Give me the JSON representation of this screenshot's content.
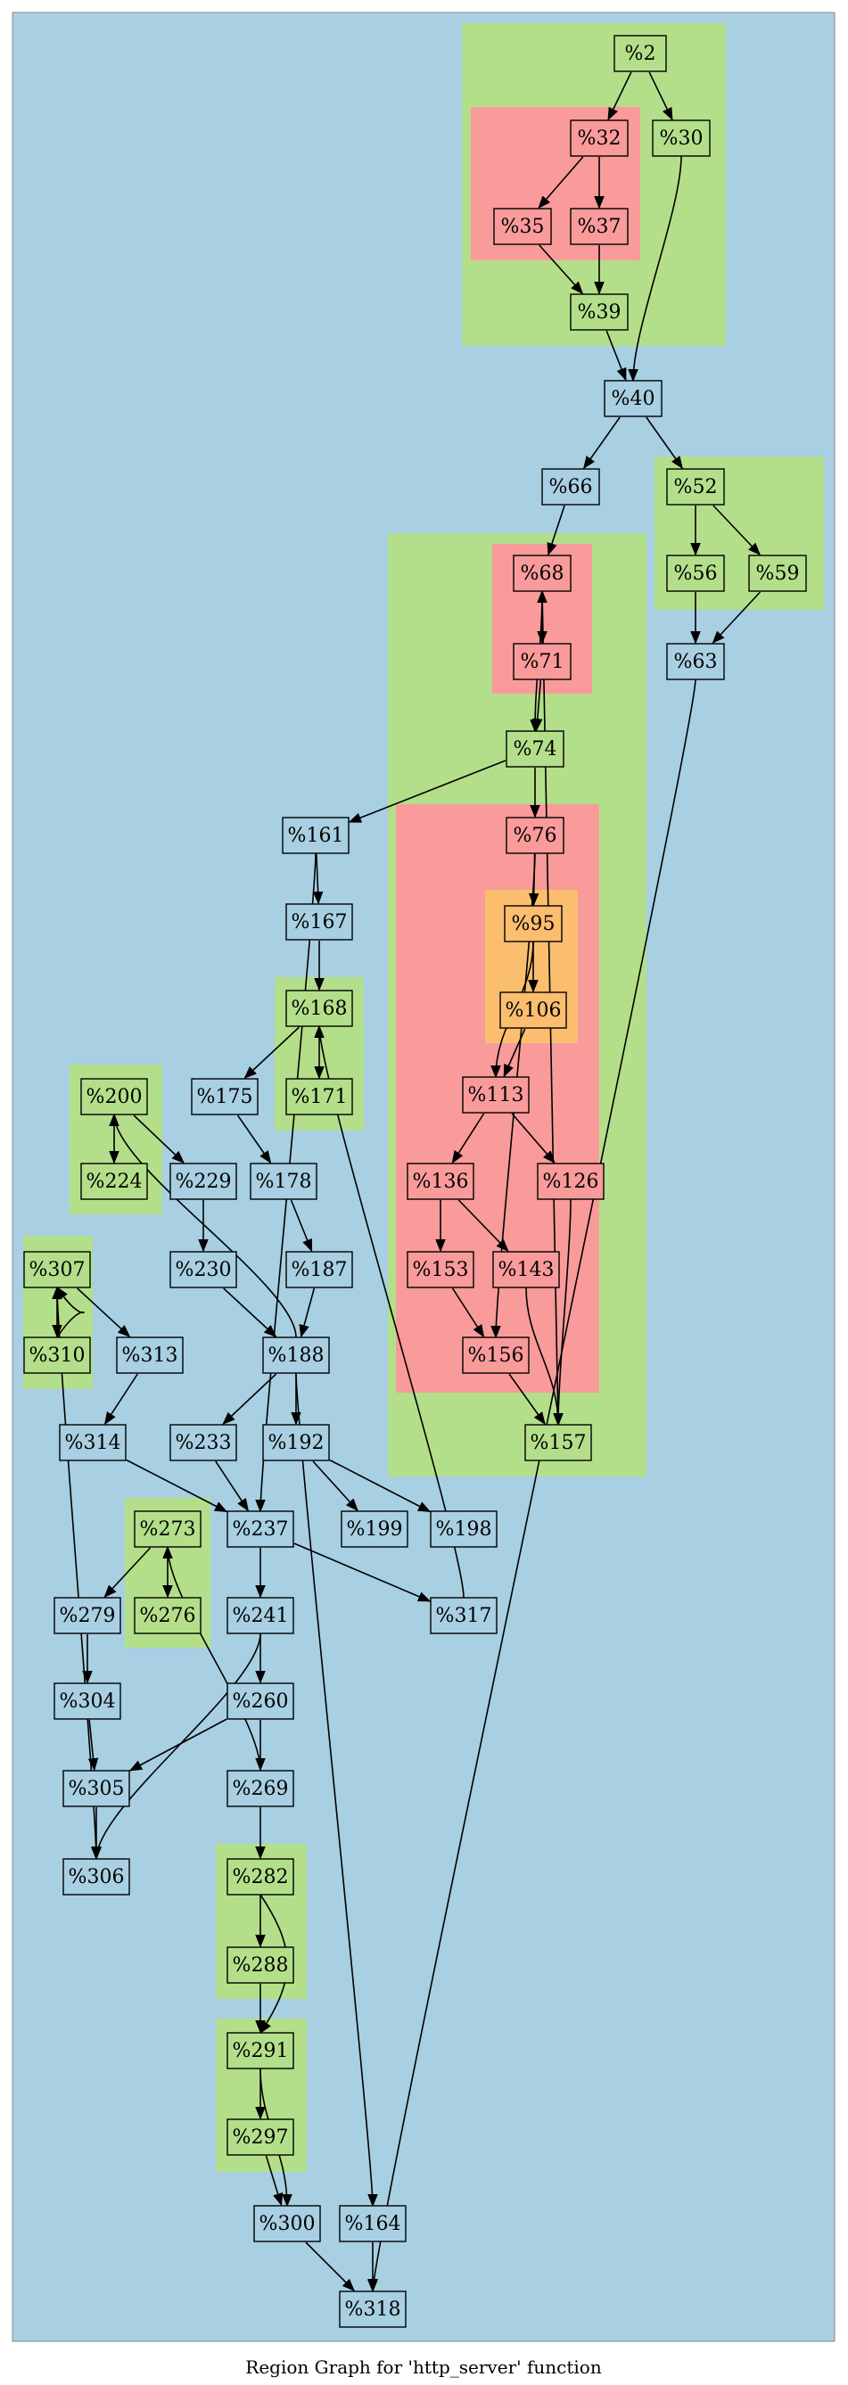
{
  "title": "Region Graph for 'http_server' function",
  "colors": {
    "background": "#a8cfe2",
    "outer_border": "#888888",
    "green_region": "#b4df8a",
    "red_region": "#f99b9a",
    "orange_region": "#fbbe6f",
    "node_stroke": "#000000"
  },
  "nodes": [
    {
      "id": "n2",
      "label": "%2",
      "fill": "green"
    },
    {
      "id": "n30",
      "label": "%30",
      "fill": "green"
    },
    {
      "id": "n32",
      "label": "%32",
      "fill": "red"
    },
    {
      "id": "n35",
      "label": "%35",
      "fill": "red"
    },
    {
      "id": "n37",
      "label": "%37",
      "fill": "red"
    },
    {
      "id": "n39",
      "label": "%39",
      "fill": "green"
    },
    {
      "id": "n40",
      "label": "%40",
      "fill": "blue"
    },
    {
      "id": "n66",
      "label": "%66",
      "fill": "blue"
    },
    {
      "id": "n52",
      "label": "%52",
      "fill": "green"
    },
    {
      "id": "n56",
      "label": "%56",
      "fill": "green"
    },
    {
      "id": "n59",
      "label": "%59",
      "fill": "green"
    },
    {
      "id": "n63",
      "label": "%63",
      "fill": "blue"
    },
    {
      "id": "n68",
      "label": "%68",
      "fill": "red"
    },
    {
      "id": "n71",
      "label": "%71",
      "fill": "red"
    },
    {
      "id": "n74",
      "label": "%74",
      "fill": "green"
    },
    {
      "id": "n161",
      "label": "%161",
      "fill": "blue"
    },
    {
      "id": "n76",
      "label": "%76",
      "fill": "red"
    },
    {
      "id": "n167",
      "label": "%167",
      "fill": "blue"
    },
    {
      "id": "n95",
      "label": "%95",
      "fill": "orange"
    },
    {
      "id": "n106",
      "label": "%106",
      "fill": "orange"
    },
    {
      "id": "n168",
      "label": "%168",
      "fill": "green"
    },
    {
      "id": "n200",
      "label": "%200",
      "fill": "green"
    },
    {
      "id": "n175",
      "label": "%175",
      "fill": "blue"
    },
    {
      "id": "n171",
      "label": "%171",
      "fill": "green"
    },
    {
      "id": "n113",
      "label": "%113",
      "fill": "red"
    },
    {
      "id": "n224",
      "label": "%224",
      "fill": "green"
    },
    {
      "id": "n229",
      "label": "%229",
      "fill": "blue"
    },
    {
      "id": "n178",
      "label": "%178",
      "fill": "blue"
    },
    {
      "id": "n136",
      "label": "%136",
      "fill": "red"
    },
    {
      "id": "n126",
      "label": "%126",
      "fill": "red"
    },
    {
      "id": "n307",
      "label": "%307",
      "fill": "green"
    },
    {
      "id": "n230",
      "label": "%230",
      "fill": "blue"
    },
    {
      "id": "n187",
      "label": "%187",
      "fill": "blue"
    },
    {
      "id": "n153",
      "label": "%153",
      "fill": "red"
    },
    {
      "id": "n143",
      "label": "%143",
      "fill": "red"
    },
    {
      "id": "n310",
      "label": "%310",
      "fill": "green"
    },
    {
      "id": "n313",
      "label": "%313",
      "fill": "blue"
    },
    {
      "id": "n188",
      "label": "%188",
      "fill": "blue"
    },
    {
      "id": "n156",
      "label": "%156",
      "fill": "red"
    },
    {
      "id": "n314",
      "label": "%314",
      "fill": "blue"
    },
    {
      "id": "n233",
      "label": "%233",
      "fill": "blue"
    },
    {
      "id": "n192",
      "label": "%192",
      "fill": "blue"
    },
    {
      "id": "n157",
      "label": "%157",
      "fill": "green"
    },
    {
      "id": "n237",
      "label": "%237",
      "fill": "blue"
    },
    {
      "id": "n199",
      "label": "%199",
      "fill": "blue"
    },
    {
      "id": "n198",
      "label": "%198",
      "fill": "blue"
    },
    {
      "id": "n273",
      "label": "%273",
      "fill": "green"
    },
    {
      "id": "n279",
      "label": "%279",
      "fill": "blue"
    },
    {
      "id": "n276",
      "label": "%276",
      "fill": "green"
    },
    {
      "id": "n241",
      "label": "%241",
      "fill": "blue"
    },
    {
      "id": "n317",
      "label": "%317",
      "fill": "blue"
    },
    {
      "id": "n304",
      "label": "%304",
      "fill": "blue"
    },
    {
      "id": "n260",
      "label": "%260",
      "fill": "blue"
    },
    {
      "id": "n305",
      "label": "%305",
      "fill": "blue"
    },
    {
      "id": "n269",
      "label": "%269",
      "fill": "blue"
    },
    {
      "id": "n306",
      "label": "%306",
      "fill": "blue"
    },
    {
      "id": "n282",
      "label": "%282",
      "fill": "green"
    },
    {
      "id": "n288",
      "label": "%288",
      "fill": "green"
    },
    {
      "id": "n291",
      "label": "%291",
      "fill": "green"
    },
    {
      "id": "n297",
      "label": "%297",
      "fill": "green"
    },
    {
      "id": "n300",
      "label": "%300",
      "fill": "blue"
    },
    {
      "id": "n164",
      "label": "%164",
      "fill": "blue"
    },
    {
      "id": "n318",
      "label": "%318",
      "fill": "blue"
    }
  ],
  "edges": [
    [
      "n2",
      "n32"
    ],
    [
      "n2",
      "n30"
    ],
    [
      "n32",
      "n35"
    ],
    [
      "n32",
      "n37"
    ],
    [
      "n35",
      "n39"
    ],
    [
      "n37",
      "n39"
    ],
    [
      "n39",
      "n40"
    ],
    [
      "n30",
      "n40"
    ],
    [
      "n40",
      "n66"
    ],
    [
      "n40",
      "n52"
    ],
    [
      "n52",
      "n56"
    ],
    [
      "n52",
      "n59"
    ],
    [
      "n56",
      "n63"
    ],
    [
      "n59",
      "n63"
    ],
    [
      "n66",
      "n68"
    ],
    [
      "n68",
      "n71"
    ],
    [
      "n68",
      "n74"
    ],
    [
      "n71",
      "n74"
    ],
    [
      "n74",
      "n161"
    ],
    [
      "n74",
      "n76"
    ],
    [
      "n161",
      "n167"
    ],
    [
      "n161",
      "n237"
    ],
    [
      "n76",
      "n95"
    ],
    [
      "n76",
      "n156"
    ],
    [
      "n95",
      "n113"
    ],
    [
      "n95",
      "n106"
    ],
    [
      "n106",
      "n113"
    ],
    [
      "n167",
      "n168"
    ],
    [
      "n168",
      "n175"
    ],
    [
      "n168",
      "n171"
    ],
    [
      "n113",
      "n136"
    ],
    [
      "n113",
      "n126"
    ],
    [
      "n200",
      "n224"
    ],
    [
      "n200",
      "n229"
    ],
    [
      "n175",
      "n178"
    ],
    [
      "n229",
      "n230"
    ],
    [
      "n178",
      "n187"
    ],
    [
      "n136",
      "n153"
    ],
    [
      "n136",
      "n143"
    ],
    [
      "n126",
      "n157"
    ],
    [
      "n307",
      "n310"
    ],
    [
      "n310",
      "n307"
    ],
    [
      "n307",
      "n313"
    ],
    [
      "n230",
      "n188"
    ],
    [
      "n187",
      "n188"
    ],
    [
      "n153",
      "n156"
    ],
    [
      "n143",
      "n157"
    ],
    [
      "n156",
      "n157"
    ],
    [
      "n157",
      "n68"
    ],
    [
      "n313",
      "n314"
    ],
    [
      "n188",
      "n233"
    ],
    [
      "n188",
      "n192"
    ],
    [
      "n188",
      "n200"
    ],
    [
      "n188",
      "n164"
    ],
    [
      "n314",
      "n237"
    ],
    [
      "n233",
      "n237"
    ],
    [
      "n192",
      "n199"
    ],
    [
      "n192",
      "n198"
    ],
    [
      "n237",
      "n317"
    ],
    [
      "n237",
      "n241"
    ],
    [
      "n317",
      "n168"
    ],
    [
      "n273",
      "n279"
    ],
    [
      "n273",
      "n276"
    ],
    [
      "n241",
      "n260"
    ],
    [
      "n241",
      "n306"
    ],
    [
      "n279",
      "n304"
    ],
    [
      "n304",
      "n305"
    ],
    [
      "n260",
      "n305"
    ],
    [
      "n260",
      "n269"
    ],
    [
      "n305",
      "n306"
    ],
    [
      "n306",
      "n307"
    ],
    [
      "n269",
      "n273"
    ],
    [
      "n269",
      "n282"
    ],
    [
      "n282",
      "n288"
    ],
    [
      "n282",
      "n291"
    ],
    [
      "n288",
      "n291"
    ],
    [
      "n291",
      "n297"
    ],
    [
      "n291",
      "n300"
    ],
    [
      "n297",
      "n300"
    ],
    [
      "n300",
      "n318"
    ],
    [
      "n164",
      "n318"
    ],
    [
      "n63",
      "n318"
    ]
  ]
}
